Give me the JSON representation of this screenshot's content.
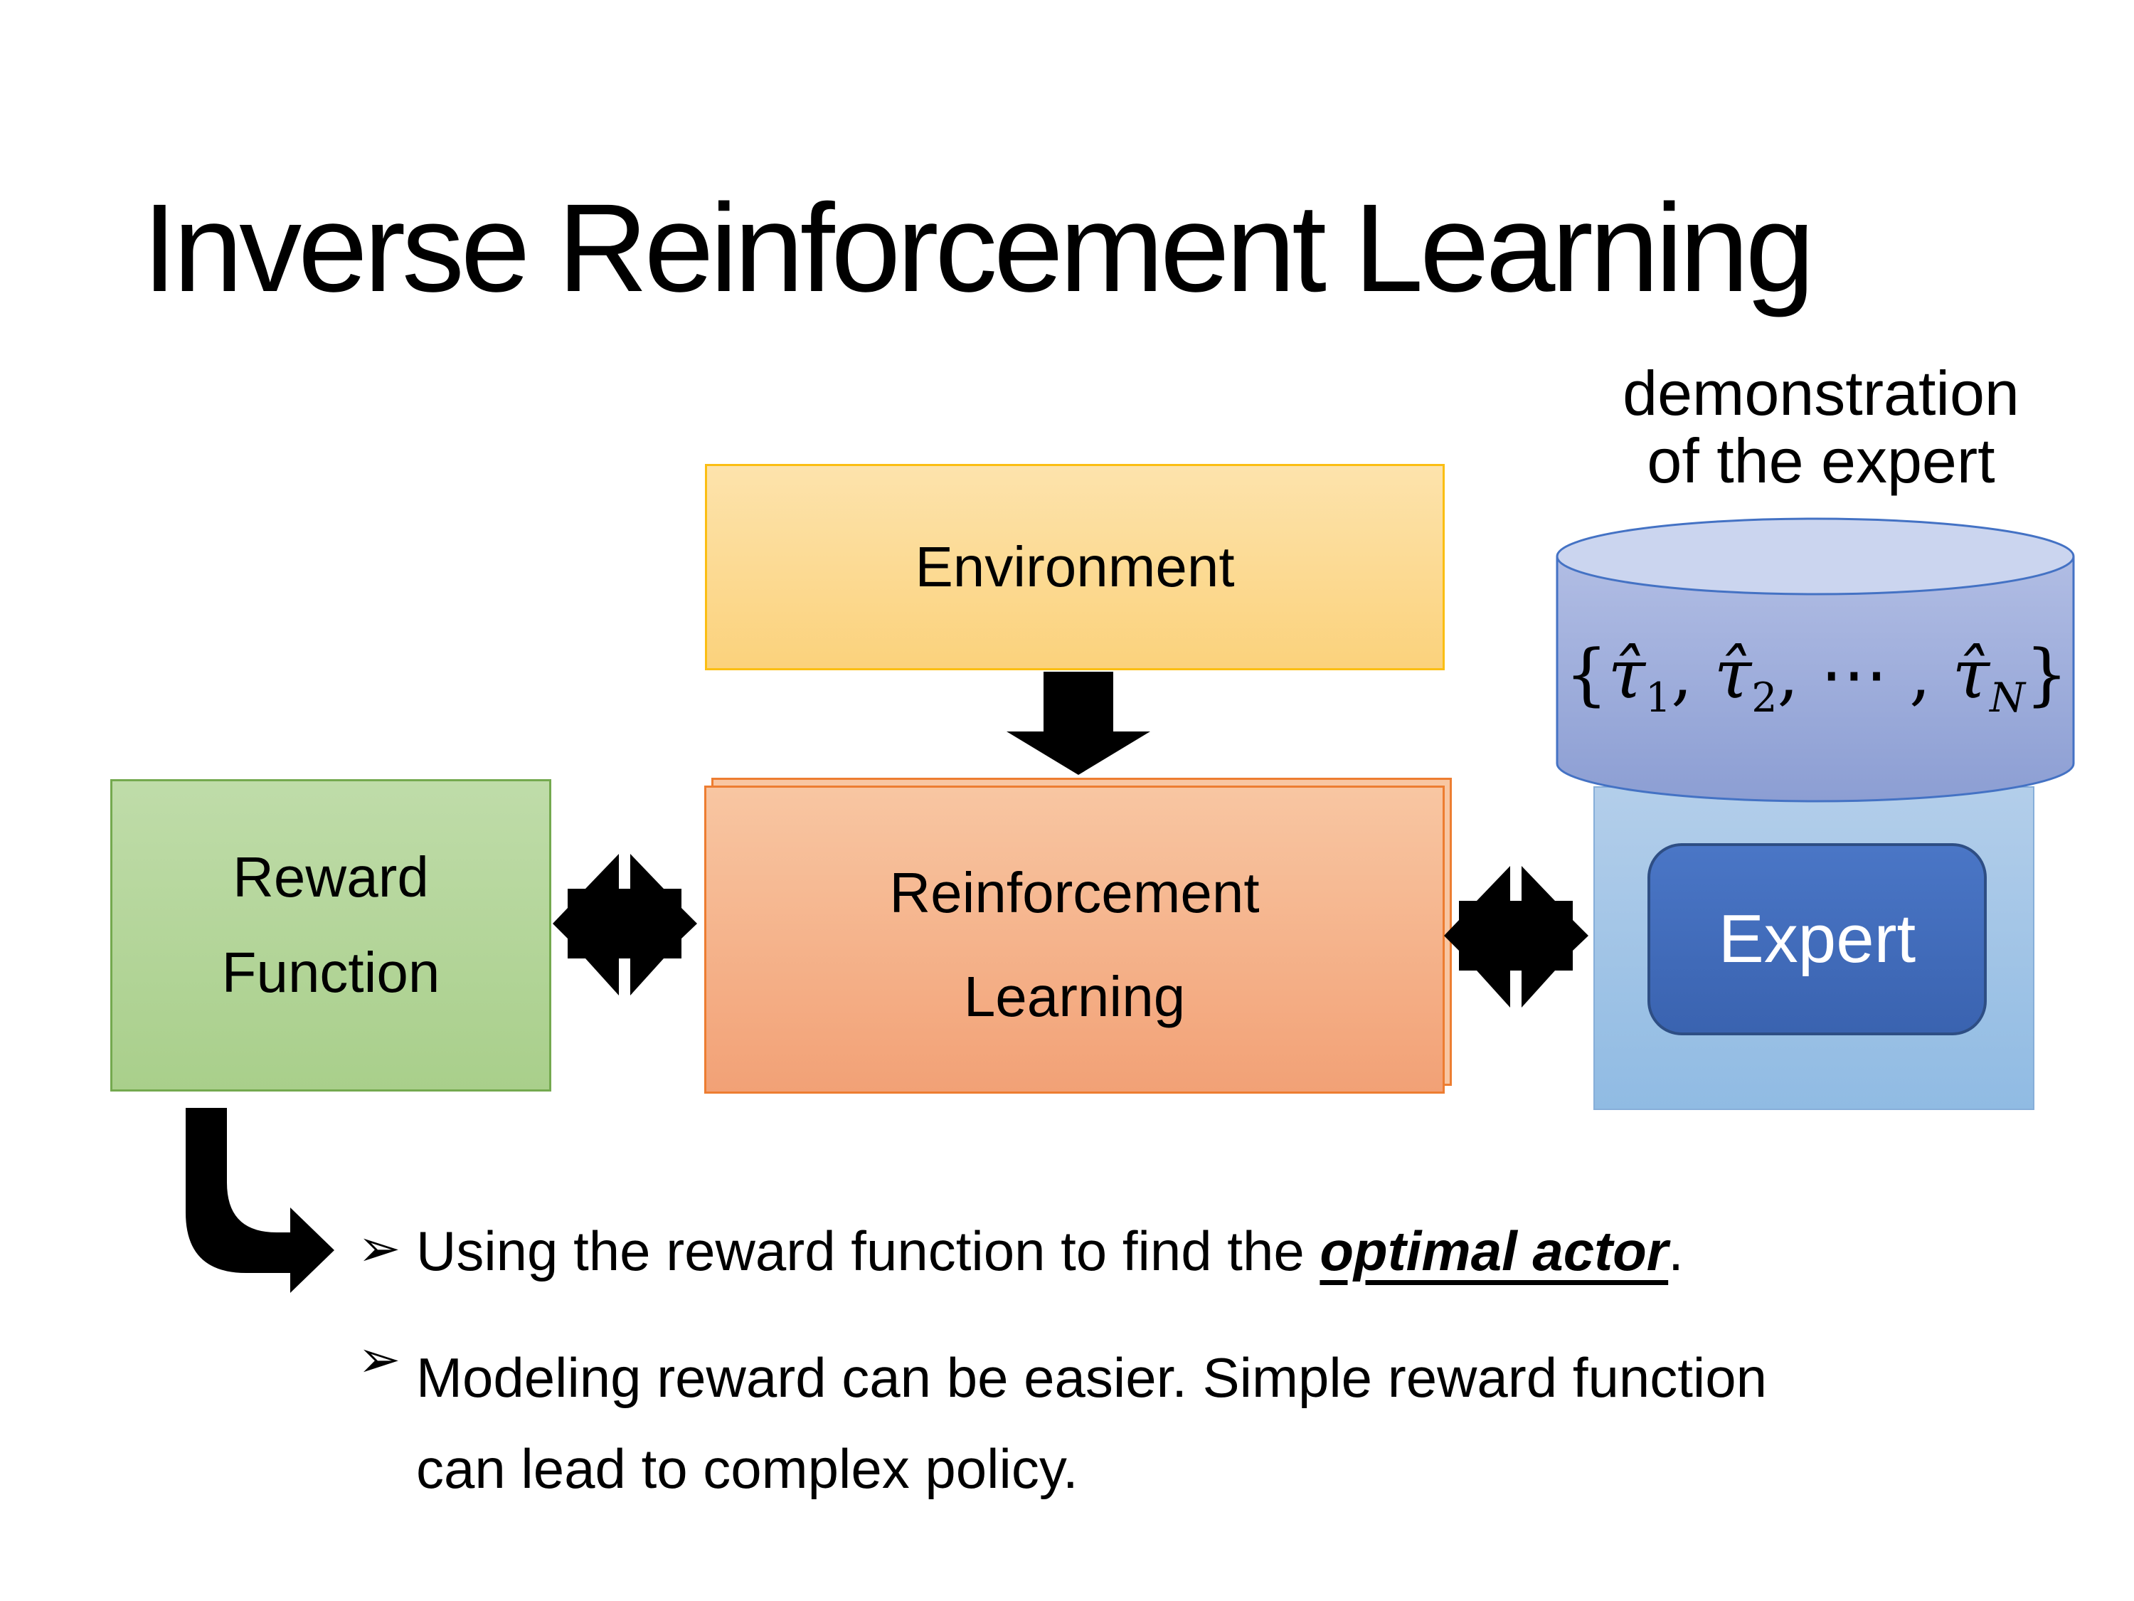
{
  "slide": {
    "title": "Inverse Reinforcement Learning"
  },
  "diagram": {
    "environment": {
      "label": "Environment"
    },
    "reward_function": {
      "label_line1": "Reward",
      "label_line2": "Function"
    },
    "reinforcement_learning": {
      "label_line1": "Reinforcement",
      "label_line2": "Learning"
    },
    "expert": {
      "label": "Expert"
    },
    "demonstration": {
      "caption_line1": "demonstration",
      "caption_line2": "of the expert",
      "formula": {
        "open": "{",
        "tau": "τ̂",
        "sub_1": "1",
        "comma": ", ",
        "sub_2": "2",
        "dots_comma": ", ⋯ , ",
        "sub_n": "N",
        "close": "}"
      }
    }
  },
  "bullets": {
    "item1": {
      "marker": "➢",
      "text_prefix": "Using the reward function to find the ",
      "text_emphasis": "optimal actor",
      "text_suffix": "."
    },
    "item2": {
      "marker": "➢",
      "text": "Modeling reward can be easier. Simple reward function can lead to complex policy."
    }
  },
  "colors": {
    "accent_yellow": "#FBBE13",
    "yellow_fill_top": "#FDE3AC",
    "yellow_fill_bottom": "#FBD27C",
    "accent_orange": "#ED7D31",
    "orange_fill_top": "#F8C6A2",
    "orange_fill_bottom": "#F2A176",
    "accent_green": "#74A94F",
    "green_fill_top": "#BFDCA9",
    "green_fill_bottom": "#A9CF8B",
    "accent_blue": "#4472C4",
    "cylinder_top_fill": "#CBD5EF",
    "cylinder_body_top": "#B1BDE4",
    "cylinder_body_bottom": "#8C9ED3",
    "container_fill_top": "#B3CEEA",
    "container_fill_bottom": "#90BBE3",
    "container_border": "#86AED9",
    "expert_fill_top": "#4A76C6",
    "expert_fill_bottom": "#3A63B0",
    "expert_border": "#2E4E84",
    "arrow_black": "#000000",
    "text_color": "#000000"
  }
}
